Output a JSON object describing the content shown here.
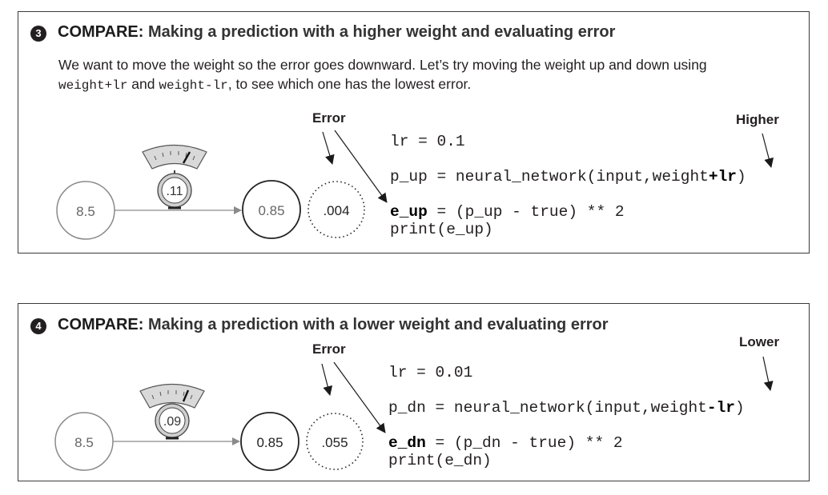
{
  "panels": [
    {
      "step": "3",
      "title_strong": "COMPARE:",
      "title_rest": " Making a prediction with a higher weight and evaluating error",
      "desc_line1": "We want to move the weight so the error goes downward. Let’s try moving the weight up and down using",
      "desc_code1": "weight+lr",
      "desc_and": " and ",
      "desc_code2": "weight-lr",
      "desc_tail": ", to see which one has the lowest error.",
      "input_value": "8.5",
      "weight_value": ".11",
      "prediction_value": "0.85",
      "error_value": ".004",
      "error_label": "Error",
      "direction_label": "Higher",
      "code": {
        "line1": "lr = 0.1",
        "line2_pre": "p_up = neural_network(input,weight",
        "line2_bold": "+lr",
        "line2_post": ")",
        "line3_bold": "e_up",
        "line3_post": " = (p_up - true) ** 2",
        "line4": "print(e_up)"
      }
    },
    {
      "step": "4",
      "title_strong": "COMPARE:",
      "title_rest": " Making a prediction with a lower weight and evaluating error",
      "input_value": "8.5",
      "weight_value": ".09",
      "prediction_value": "0.85",
      "error_value": ".055",
      "error_label": "Error",
      "direction_label": "Lower",
      "code": {
        "line1": "lr = 0.01",
        "line2_pre": "p_dn = neural_network(input,weight",
        "line2_bold": "-lr",
        "line2_post": ")",
        "line3_bold": "e_dn",
        "line3_post": " = (p_dn - true) ** 2",
        "line4": "print(e_dn)"
      }
    }
  ]
}
